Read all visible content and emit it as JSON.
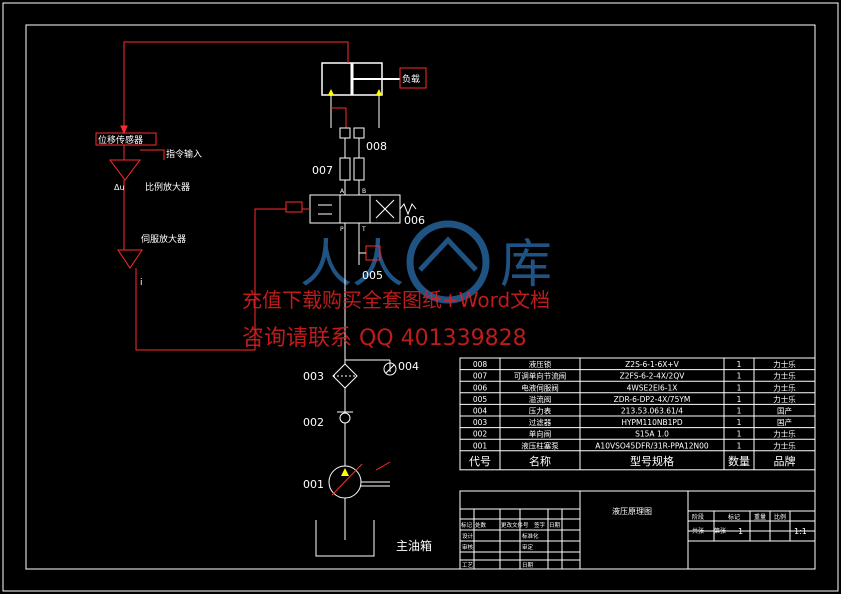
{
  "components": {
    "load_label": "负载",
    "sensor_label": "位移传感器",
    "command_label": "指令输入",
    "delta_label": "Δu",
    "amplifier_label": "比例放大器",
    "servo_amp_label": "伺服放大器",
    "i_label": "i",
    "tank_label": "主油箱",
    "valve_ports": [
      "A",
      "B",
      "P",
      "T"
    ],
    "codes": [
      "008",
      "007",
      "006",
      "005",
      "004",
      "003",
      "002",
      "001"
    ]
  },
  "bom": {
    "rows": [
      {
        "code": "008",
        "name": "液压锁",
        "model": "Z2S-6-1-6X+V",
        "qty": "1",
        "brand": "力士乐"
      },
      {
        "code": "007",
        "name": "可调单向节流阀",
        "model": "Z2FS-6-2-4X/2QV",
        "qty": "1",
        "brand": "力士乐"
      },
      {
        "code": "006",
        "name": "电液伺服阀",
        "model": "4WSE2EI6-1X",
        "qty": "1",
        "brand": "力士乐"
      },
      {
        "code": "005",
        "name": "溢流阀",
        "model": "ZDR-6-DP2-4X/75YM",
        "qty": "1",
        "brand": "力士乐"
      },
      {
        "code": "004",
        "name": "压力表",
        "model": "213.53.063.61/4",
        "qty": "1",
        "brand": "国产"
      },
      {
        "code": "003",
        "name": "过滤器",
        "model": "HYPM110NB1PD",
        "qty": "1",
        "brand": "国产"
      },
      {
        "code": "002",
        "name": "单向阀",
        "model": "S15A 1.0",
        "qty": "1",
        "brand": "力士乐"
      },
      {
        "code": "001",
        "name": "液压柱塞泵",
        "model": "A10VSO45DFR/31R-PPA12N00",
        "qty": "1",
        "brand": "力士乐"
      }
    ],
    "header": {
      "code": "代号",
      "name": "名称",
      "model": "型号规格",
      "qty": "数量",
      "brand": "品牌"
    }
  },
  "title_block": {
    "drawing_title": "液压原理图",
    "scale": "1:1",
    "sheet_count": "1",
    "cells_left": [
      "标记",
      "处数",
      "更改文件号",
      "签字",
      "日期",
      "设计",
      "标准化",
      "审核",
      "审定",
      "工艺",
      "日期"
    ],
    "cells_right": [
      "阶段",
      "标记",
      "重量",
      "比例",
      "共张",
      "第张"
    ]
  },
  "watermark": {
    "line1": "充值下载购买全套图纸+Word文档",
    "line2": "咨询请联系 QQ 401339828",
    "logo_text": "人人文库"
  },
  "colors": {
    "background": "#000000",
    "line_red": "#ff2a2a",
    "line_white": "#ffffff",
    "line_yellow": "#ffff00",
    "line_blue": "#2a6fb0"
  }
}
